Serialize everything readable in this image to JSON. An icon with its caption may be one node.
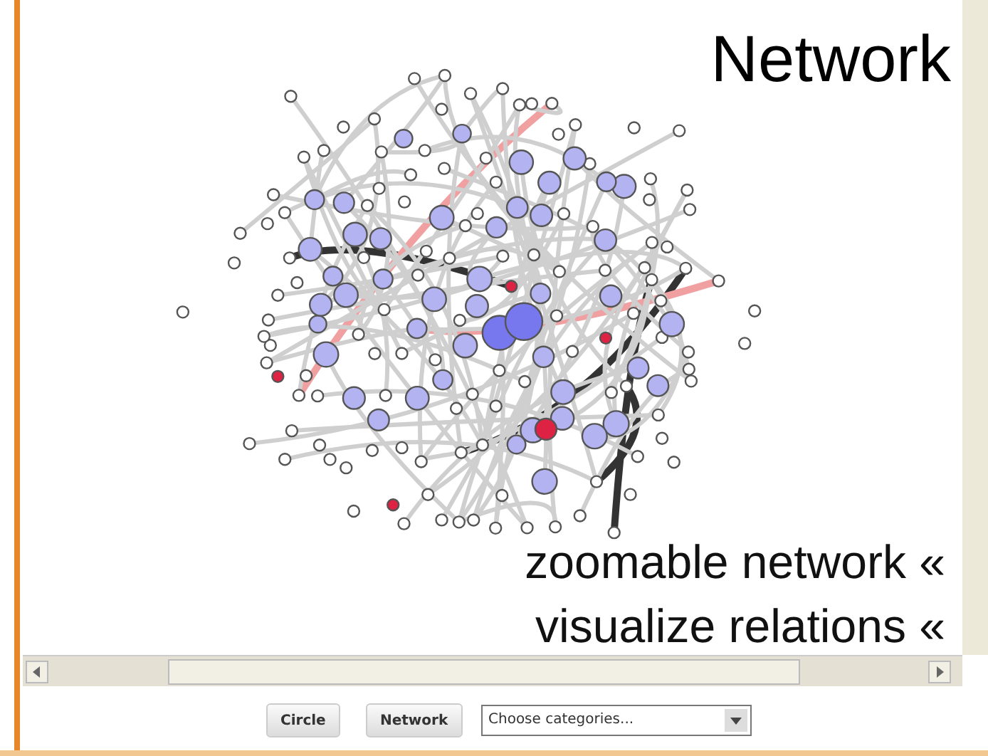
{
  "diagram": {
    "title": "Network",
    "labels": [
      "zoomable network «",
      "visualize relations «",
      "Circle",
      "Network",
      "Choose categories..."
    ]
  }
}
